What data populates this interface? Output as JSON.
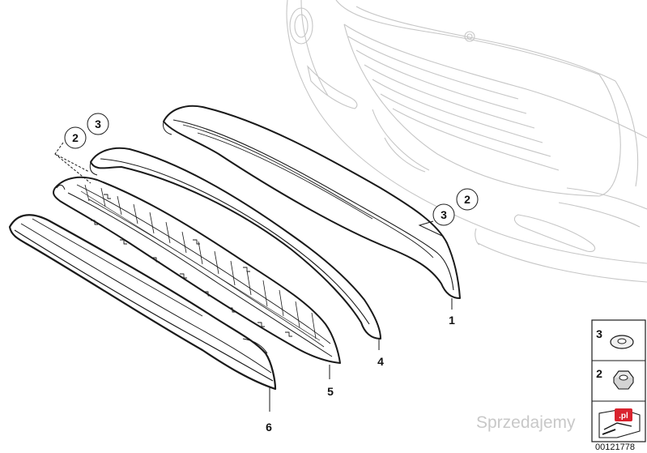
{
  "diagram": {
    "callouts": [
      "1",
      "4",
      "5",
      "6"
    ],
    "bubbles_left": [
      "2",
      "3"
    ],
    "bubbles_right": [
      "3",
      "2"
    ],
    "legend": [
      {
        "number": "3",
        "icon": "washer-icon"
      },
      {
        "number": "2",
        "icon": "nut-icon"
      }
    ],
    "watermark": "Sprzedajemy",
    "watermark_suffix": ".pl",
    "document_id": "00121778"
  }
}
